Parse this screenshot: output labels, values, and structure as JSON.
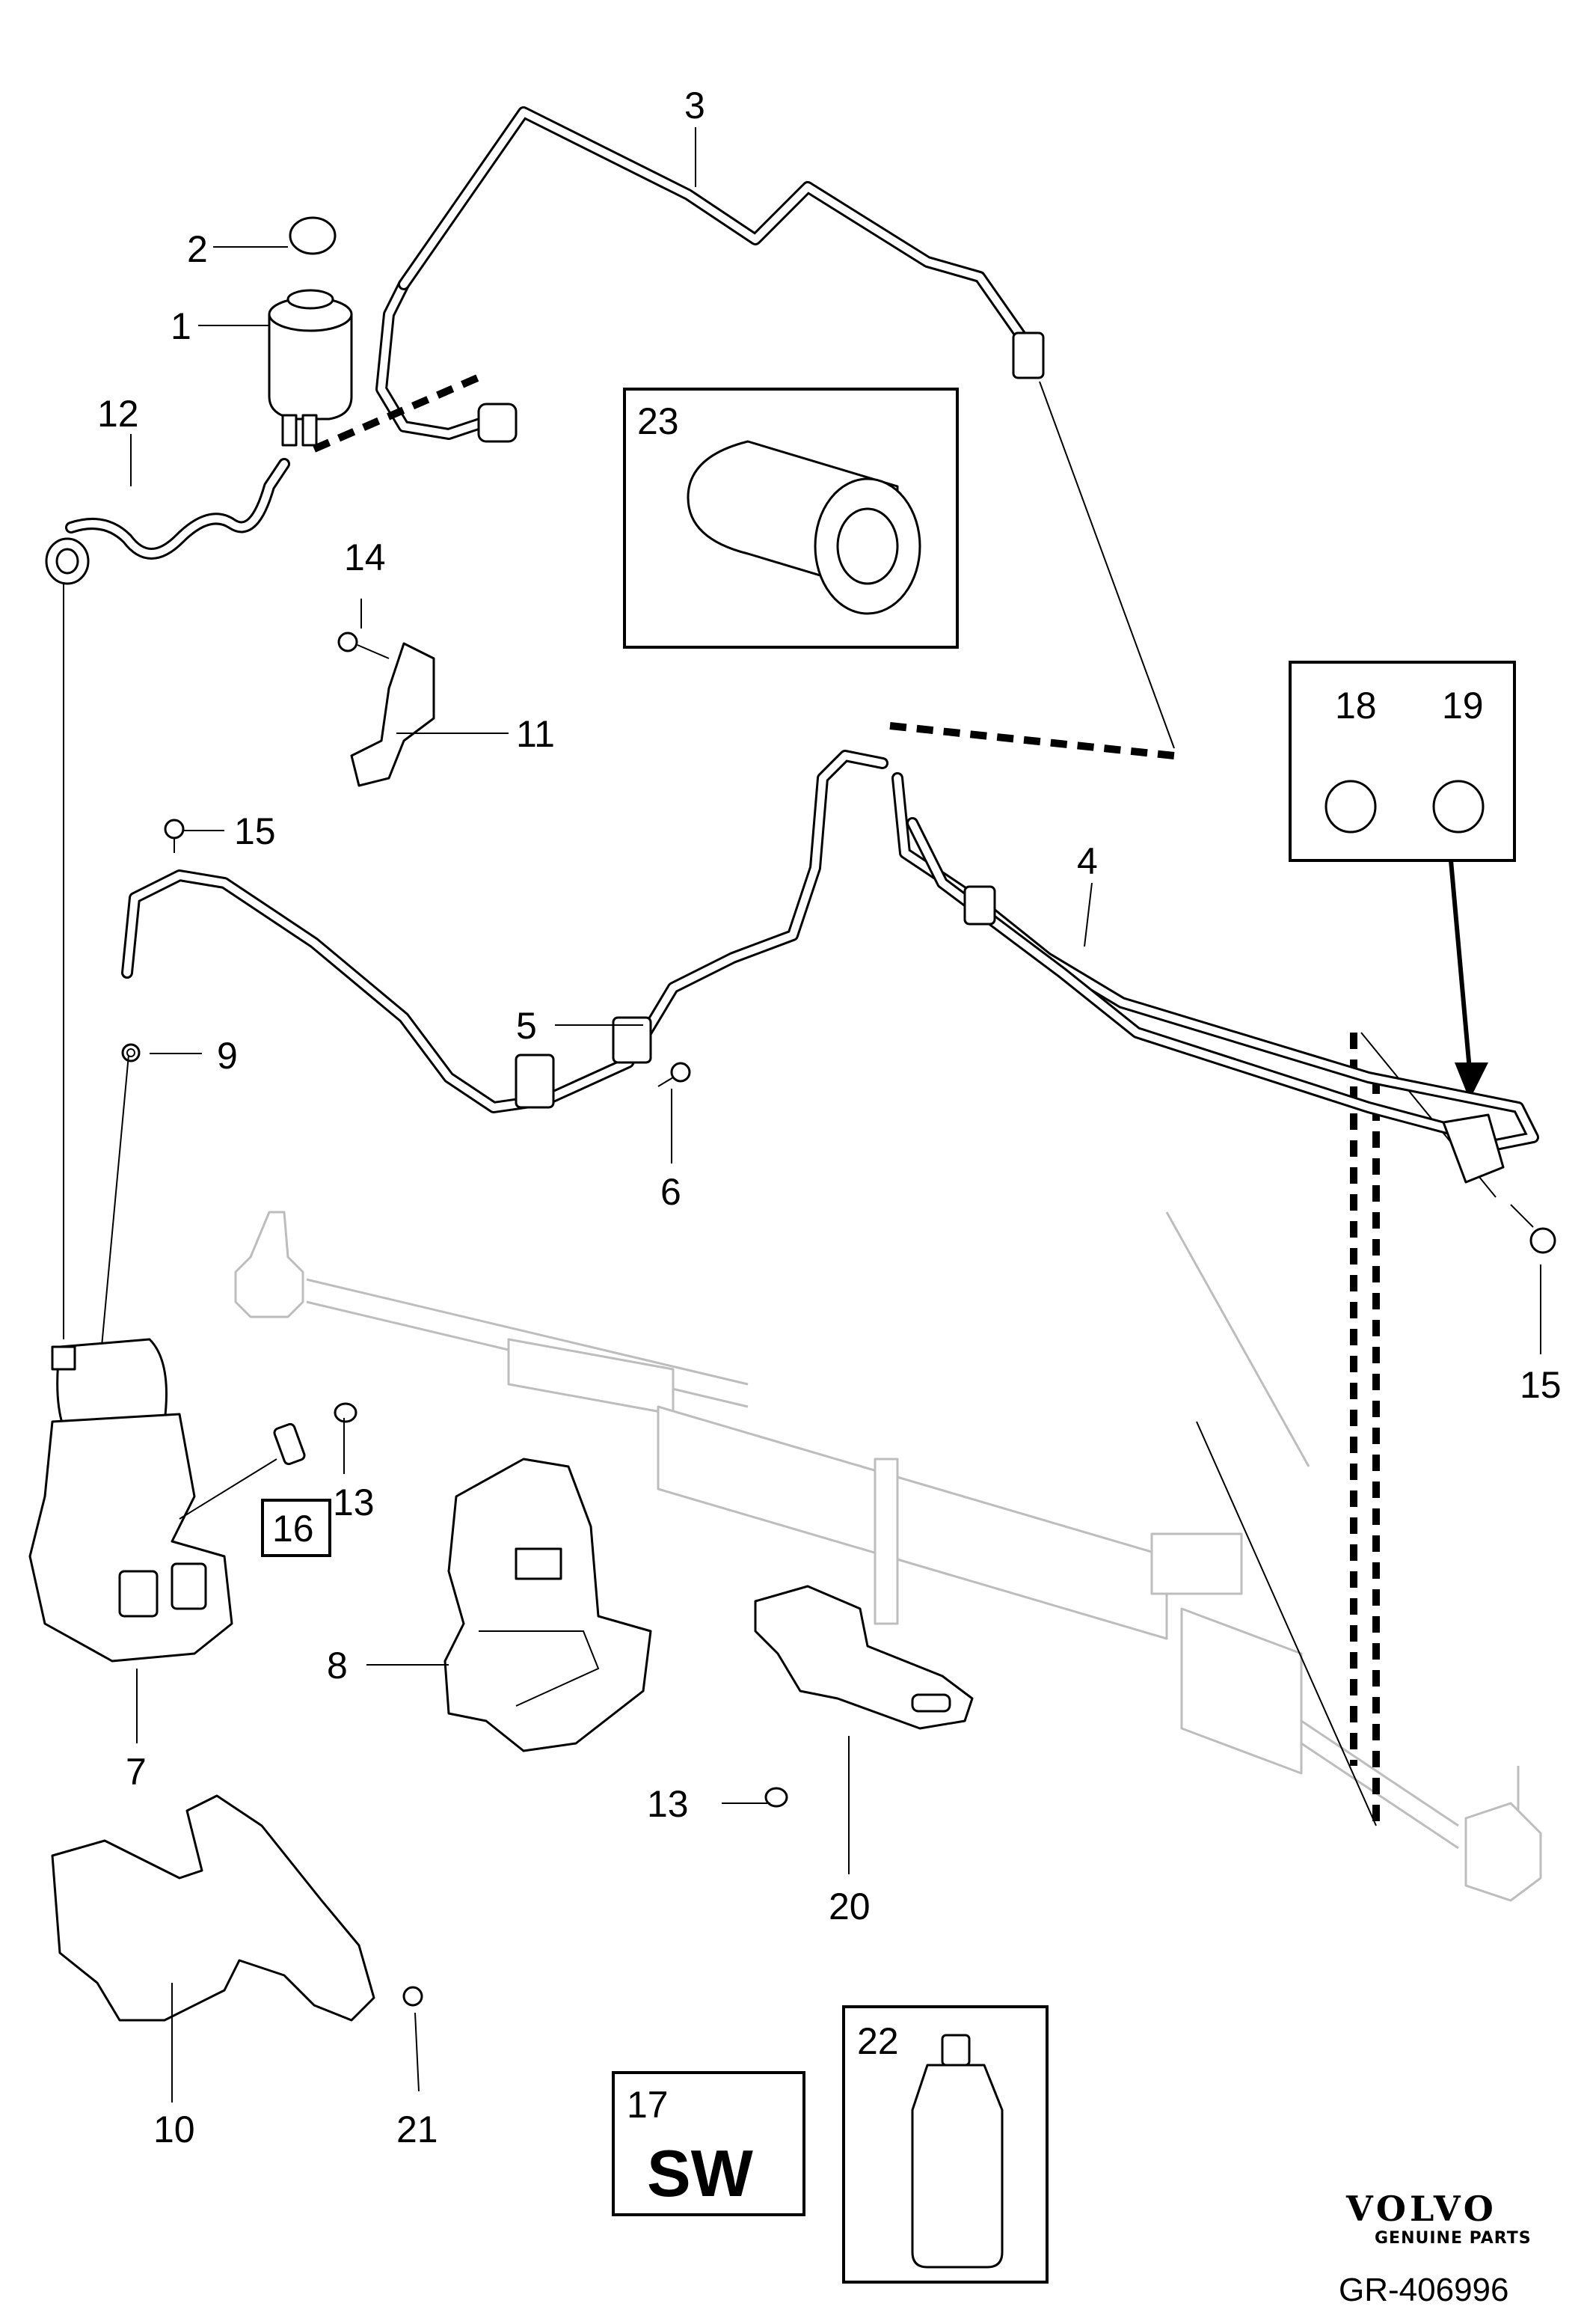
{
  "callouts": {
    "c1": "1",
    "c2": "2",
    "c3": "3",
    "c4": "4",
    "c5": "5",
    "c6": "6",
    "c7": "7",
    "c8": "8",
    "c9": "9",
    "c10": "10",
    "c11": "11",
    "c12": "12",
    "c13a": "13",
    "c13b": "13",
    "c14": "14",
    "c15a": "15",
    "c15b": "15",
    "c16": "16",
    "c17": "17",
    "c18": "18",
    "c19": "19",
    "c20": "20",
    "c21": "21",
    "c22": "22",
    "c23": "23"
  },
  "sw_box": {
    "text": "SW"
  },
  "logo": {
    "brand": "VOLVO",
    "tagline": "GENUINE PARTS"
  },
  "reference": "GR-406996"
}
